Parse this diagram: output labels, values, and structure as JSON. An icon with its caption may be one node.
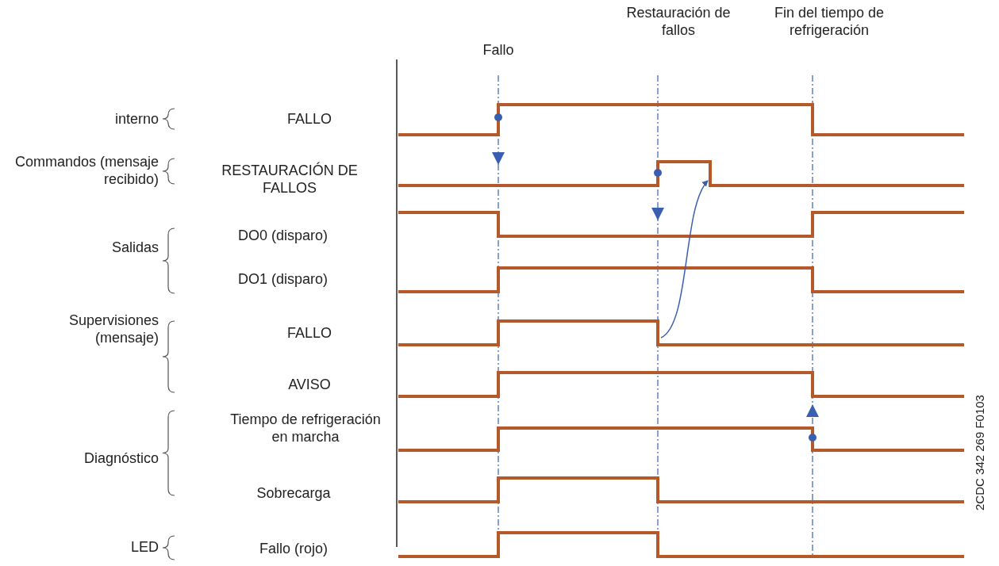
{
  "diagram": {
    "labels": [
      "Restauración de fallos",
      "Fin del tiempo de refrigeración",
      "Fallo",
      "interno",
      "FALLO",
      "Commandos (mensaje recibido)",
      "RESTAURACIÓN DE FALLOS",
      "Salidas",
      "DO0 (disparo)",
      "DO1 (disparo)",
      "Supervisiones (mensaje)",
      "FALLO",
      "AVISO",
      "Diagnóstico",
      "Tiempo de refrigeración en marcha",
      "Sobrecarga",
      "LED",
      "Fallo (rojo)",
      "2CDC 342 269 F0103"
    ]
  }
}
